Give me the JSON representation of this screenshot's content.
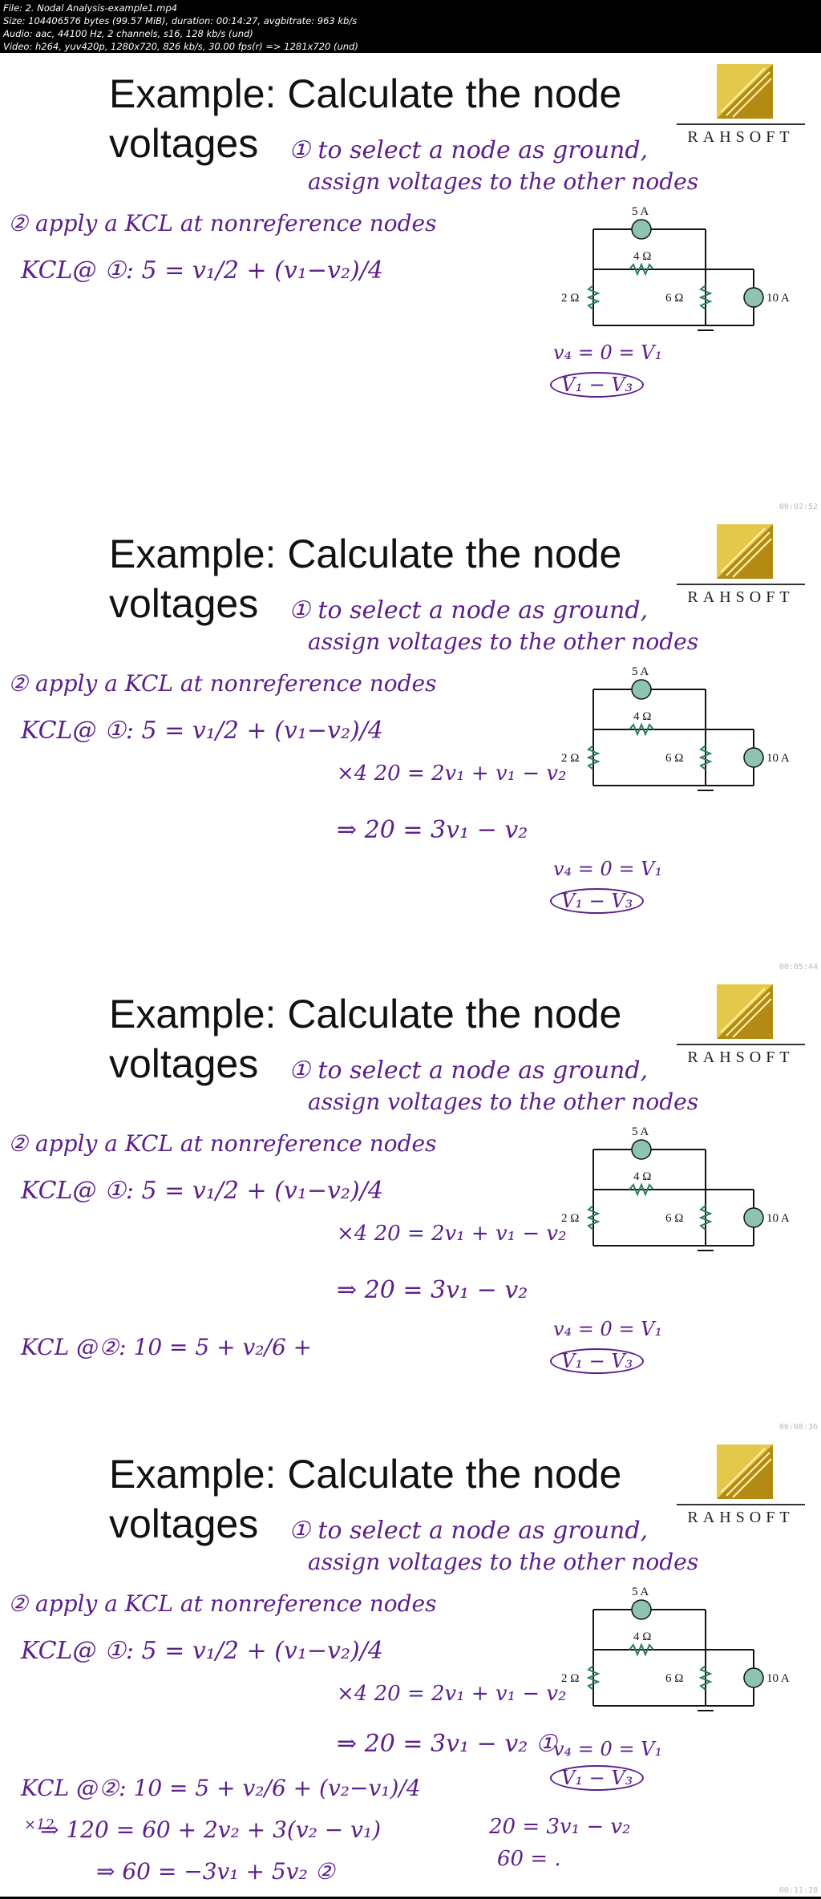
{
  "header": {
    "line1": "File: 2. Nodal Analysis-example1.mp4",
    "line2": "Size: 104406576 bytes (99.57 MiB), duration: 00:14:27, avgbitrate: 963 kb/s",
    "line3": "Audio: aac, 44100 Hz, 2 channels, s16, 128 kb/s (und)",
    "line4": "Video: h264, yuv420p, 1280x720, 826 kb/s, 30.00 fps(r) => 1281x720 (und)"
  },
  "slide": {
    "title_line1": "Example: Calculate the node",
    "title_line2": "voltages",
    "logo_text": "RAHSOFT"
  },
  "circuit": {
    "source_top": "5 A",
    "r_top": "4 Ω",
    "r_left": "2 Ω",
    "r_mid": "6 Ω",
    "source_right": "10 A"
  },
  "frames": [
    {
      "timestamp": "00:02:52",
      "notes": {
        "step1": "① to select a node as ground,",
        "step1b": "assign voltages to the other nodes",
        "step2": "② apply a KCL at nonreference nodes",
        "kcl1": "KCL@ ①: 5 = v₁/2 + (v₁−v₂)/4",
        "ref": "v₄ = 0 = V₁",
        "ref2": "V₁ − V₃"
      }
    },
    {
      "timestamp": "00:05:44",
      "notes": {
        "step1": "① to select a node as ground,",
        "step1b": "assign voltages to the other nodes",
        "step2": "② apply a KCL at nonreference nodes",
        "kcl1": "KCL@ ①: 5 = v₁/2 + (v₁−v₂)/4",
        "mult": "×4  20 = 2v₁ + v₁ − v₂",
        "result1": "⇒ 20 = 3v₁ − v₂",
        "ref": "v₄ = 0 = V₁",
        "ref2": "V₁ − V₃"
      }
    },
    {
      "timestamp": "00:08:36",
      "notes": {
        "step1": "① to select a node as ground,",
        "step1b": "assign voltages to the other nodes",
        "step2": "② apply a KCL at nonreference nodes",
        "kcl1": "KCL@ ①: 5 = v₁/2 + (v₁−v₂)/4",
        "mult": "×4  20 = 2v₁ + v₁ − v₂",
        "result1": "⇒ 20 = 3v₁ − v₂",
        "kcl2": "KCL @②: 10 = 5 + v₂/6 +",
        "ref": "v₄ = 0 = V₁",
        "ref2": "V₁ − V₃"
      }
    },
    {
      "timestamp": "00:11:28",
      "notes": {
        "step1": "① to select a node as ground,",
        "step1b": "assign voltages to the other nodes",
        "step2": "② apply a KCL at nonreference nodes",
        "kcl1": "KCL@ ①: 5 = v₁/2 + (v₁−v₂)/4",
        "mult": "×4  20 = 2v₁ + v₁ − v₂",
        "result1": "⇒ 20 = 3v₁ − v₂ ①",
        "kcl2": "KCL @②: 10 = 5 + v₂/6 + (v₂−v₁)/4",
        "x12": "×12",
        "line_a": "⇒ 120 = 60 + 2v₂ + 3(v₂ − v₁)",
        "line_b": "⇒ 60 = −3v₁ + 5v₂ ②",
        "sys1": "20 = 3v₁ − v₂",
        "sys2": "60 = .",
        "ref": "v₄ = 0 = V₁",
        "ref2": "V₁ − V₃"
      }
    }
  ]
}
